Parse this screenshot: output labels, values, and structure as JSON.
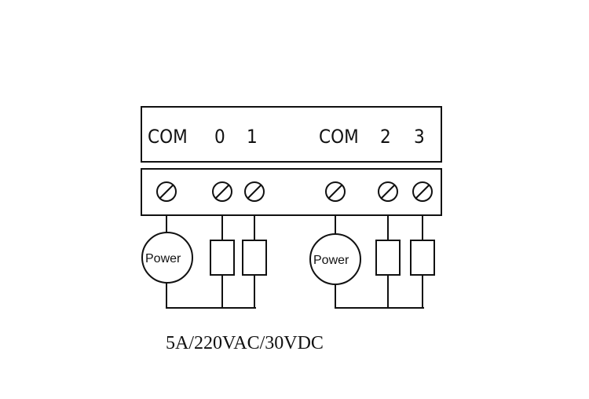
{
  "terminal_labels": [
    "COM",
    "0",
    "1",
    "COM",
    "2",
    "3"
  ],
  "power_labels": [
    "Power",
    "Power"
  ],
  "spec_text": "5A/220VAC/30VDC"
}
